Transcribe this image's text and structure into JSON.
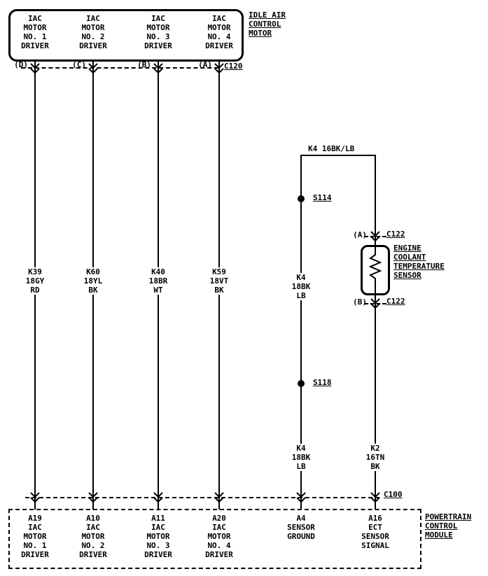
{
  "iac_box": {
    "title": [
      "IDLE AIR",
      "CONTROL",
      "MOTOR"
    ],
    "motors": [
      [
        "IAC",
        "MOTOR",
        "NO. 1",
        "DRIVER"
      ],
      [
        "IAC",
        "MOTOR",
        "NO. 2",
        "DRIVER"
      ],
      [
        "IAC",
        "MOTOR",
        "NO. 3",
        "DRIVER"
      ],
      [
        "IAC",
        "MOTOR",
        "NO. 4",
        "DRIVER"
      ]
    ],
    "pins": [
      "(D)",
      "(C)",
      "(B)",
      "(A)"
    ],
    "connector_label": "C120"
  },
  "wire_labels": {
    "iac": [
      [
        "K39",
        "18GY",
        "RD"
      ],
      [
        "K60",
        "18YL",
        "BK"
      ],
      [
        "K40",
        "18BR",
        "WT"
      ],
      [
        "K59",
        "18VT",
        "BK"
      ]
    ],
    "jumper": "K4 16BK/LB",
    "sensor_ground_mid": [
      "K4",
      "18BK",
      "LB"
    ],
    "sensor_ground_low": [
      "K4",
      "18BK",
      "LB"
    ],
    "ect_signal": [
      "K2",
      "16TN",
      "BK"
    ]
  },
  "splices": {
    "s114": "S114",
    "s118": "S118"
  },
  "ect": {
    "label": [
      "ENGINE",
      "COOLANT",
      "TEMPERATURE",
      "SENSOR"
    ],
    "pin_a": "(A)",
    "pin_b": "(B)",
    "conn_a": "C122",
    "conn_b": "C122"
  },
  "pcm": {
    "title": [
      "POWERTRAIN",
      "CONTROL",
      "MODULE"
    ],
    "connector_label": "C100",
    "pins": [
      [
        "A19",
        "IAC",
        "MOTOR",
        "NO. 1",
        "DRIVER"
      ],
      [
        "A10",
        "IAC",
        "MOTOR",
        "NO. 2",
        "DRIVER"
      ],
      [
        "A11",
        "IAC",
        "MOTOR",
        "NO. 3",
        "DRIVER"
      ],
      [
        "A20",
        "IAC",
        "MOTOR",
        "NO. 4",
        "DRIVER"
      ],
      [
        "A4",
        "SENSOR",
        "GROUND"
      ],
      [
        "A16",
        "ECT",
        "SENSOR",
        "SIGNAL"
      ]
    ]
  },
  "colors": {
    "line": "#000000",
    "background": "#ffffff"
  }
}
